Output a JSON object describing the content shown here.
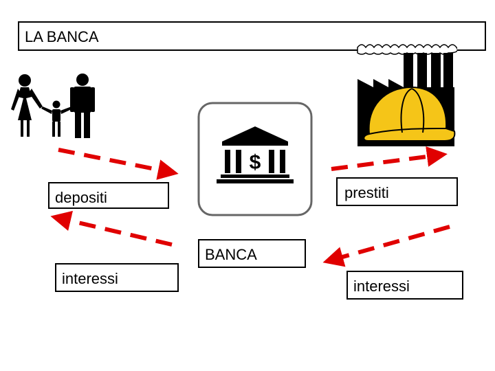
{
  "title": "LA BANCA",
  "labels": {
    "depositi": "depositi",
    "prestiti": "prestiti",
    "banca": "BANCA",
    "interessi_left": "interessi",
    "interessi_right": "interessi"
  },
  "icons": {
    "family": "family-icon",
    "bank": "bank-icon",
    "factory": "factory-with-hard-hat-icon"
  },
  "colors": {
    "arrow": "#e00000",
    "helmet": "#f5c518",
    "ink": "#000000"
  }
}
